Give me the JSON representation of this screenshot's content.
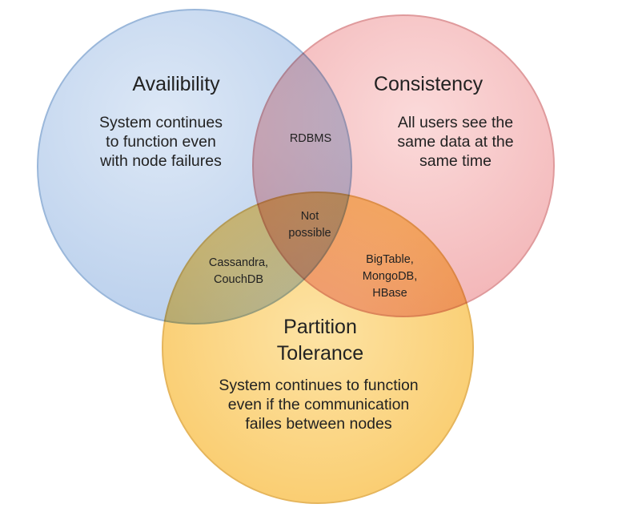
{
  "colors": {
    "availability": "#c9dbf1",
    "consistency": "#f7c4c4",
    "partition": "#fcd27a"
  },
  "availability": {
    "title": "Availibility",
    "description": [
      "System continues",
      "to function even",
      "with node failures"
    ]
  },
  "consistency": {
    "title": "Consistency",
    "description": [
      "All users see the",
      "same data at the",
      "same time"
    ]
  },
  "partition": {
    "title": [
      "Partition",
      "Tolerance"
    ],
    "description": [
      "System continues to function",
      "even if the communication",
      "failes between nodes"
    ]
  },
  "intersections": {
    "ac": [
      "RDBMS"
    ],
    "acp": [
      "Not",
      "possible"
    ],
    "ap": [
      "Cassandra,",
      "CouchDB"
    ],
    "cp": [
      "BigTable,",
      "MongoDB,",
      "HBase"
    ]
  }
}
